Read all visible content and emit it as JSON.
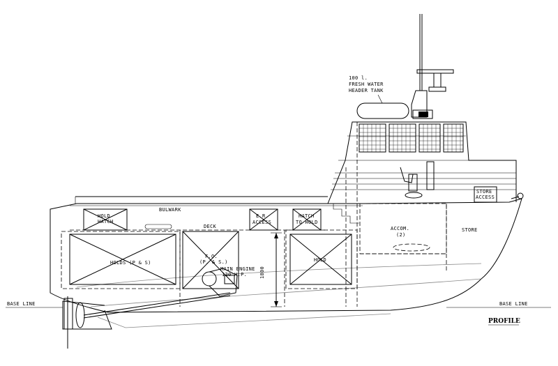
{
  "title": "PROFILE",
  "baseline": {
    "left": "BASE LINE",
    "right": "BASE LINE"
  },
  "labels": {
    "header_tank": [
      "100 l.",
      "FRESH WATER",
      "HEADER TANK"
    ],
    "store_access": [
      "STORE",
      "ACCESS"
    ],
    "hold_hatch": [
      "HOLD",
      "HATCH"
    ],
    "bulwark": "BULWARK",
    "deck": "DECK",
    "er_access": [
      "E.R.",
      "ACCESS"
    ],
    "hatch_to_hold": [
      "HATCH",
      "TO HOLD"
    ],
    "accom": [
      "ACCOM.",
      "(2)"
    ],
    "store": "STORE",
    "holds": "HOLDS (P & S)",
    "fo": [
      "F.O.",
      "(P. & S.)"
    ],
    "main_engine": [
      "MAIN ENGINE",
      "120 H.P."
    ],
    "hold": "HOLD",
    "dimension": "1800"
  }
}
